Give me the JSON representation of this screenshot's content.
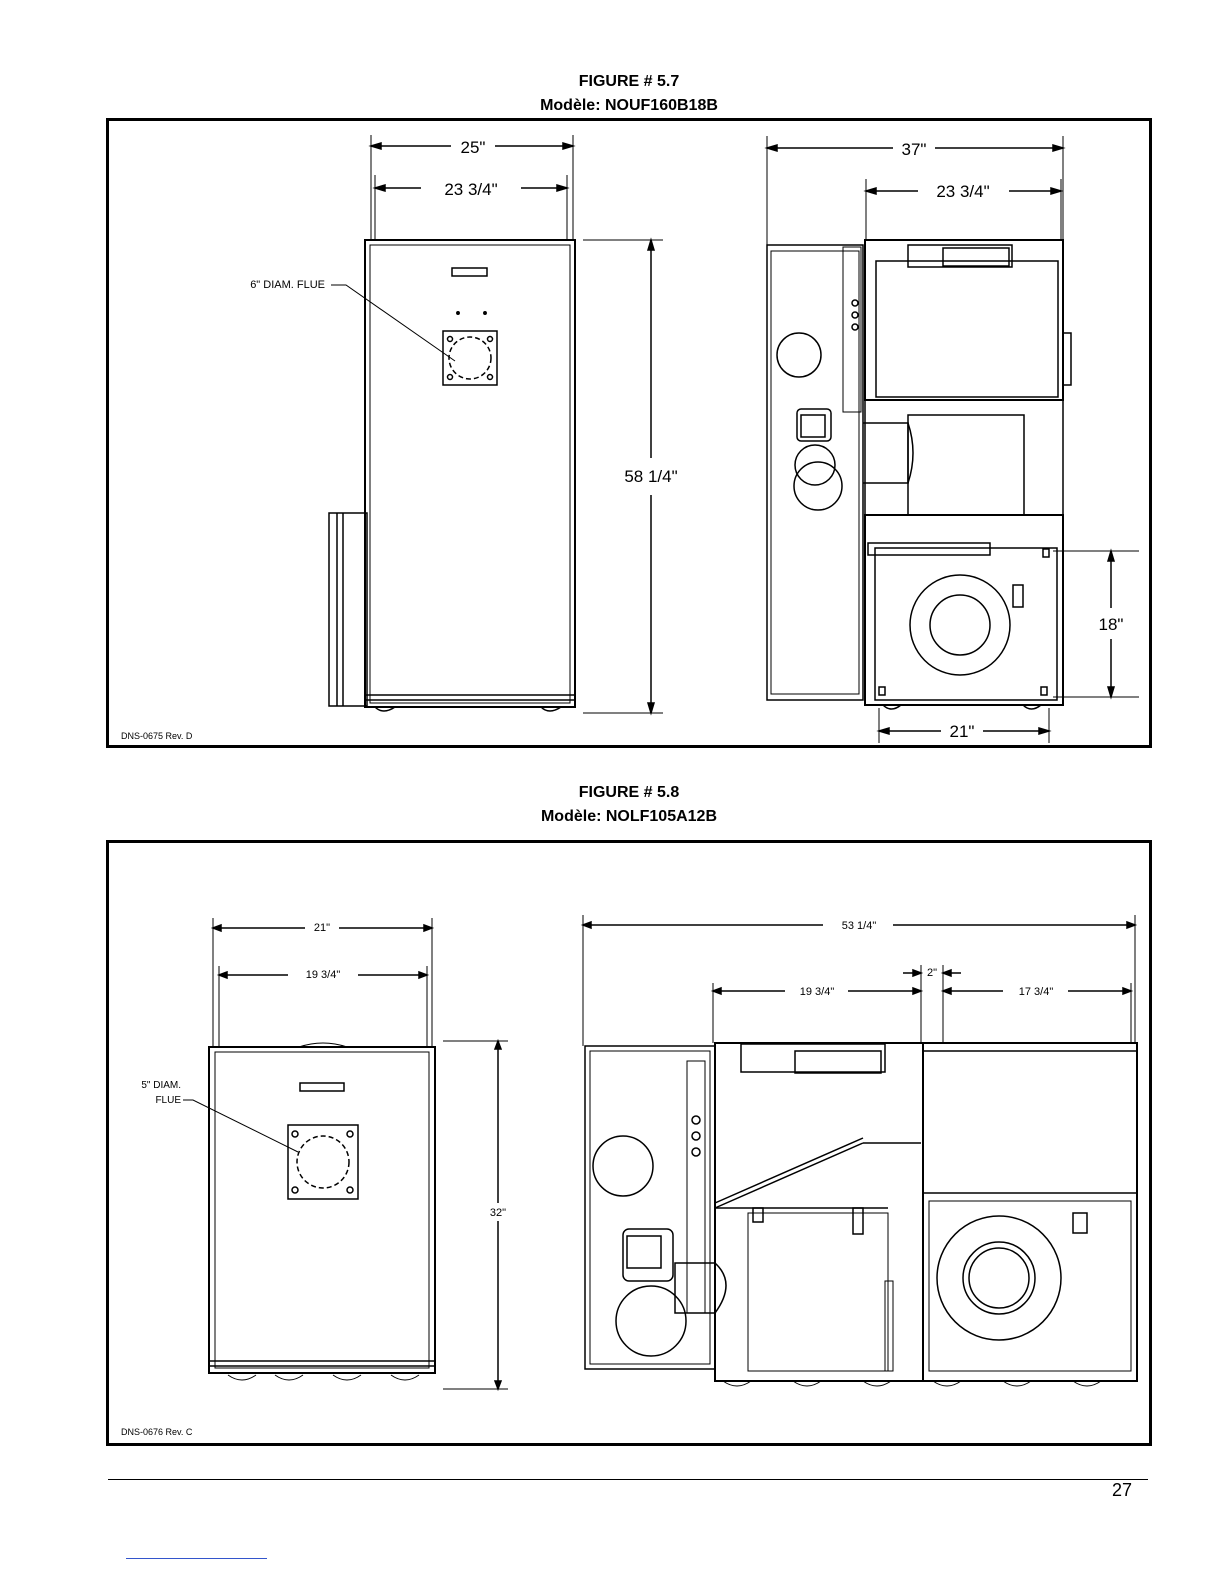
{
  "figures": [
    {
      "title": "FIGURE # 5.7",
      "model": "Modèle: NOUF160B18B",
      "reference": "DNS-0675 Rev. D",
      "front": {
        "width": "25\"",
        "inner_width": "23 3/4\"",
        "height": "58 1/4\"",
        "flue": "6\" DIAM. FLUE"
      },
      "side": {
        "depth": "37\"",
        "inner_depth": "23 3/4\"",
        "blower_height": "18\"",
        "blower_width": "21\""
      }
    },
    {
      "title": "FIGURE # 5.8",
      "model": "Modèle: NOLF105A12B",
      "reference": "DNS-0676 Rev. C",
      "front": {
        "width": "21\"",
        "inner_width": "19 3/4\"",
        "height": "32\"",
        "flue_line1": "5\" DIAM.",
        "flue_line2": "FLUE"
      },
      "side": {
        "length": "53 1/4\"",
        "section_left": "19 3/4\"",
        "gap": "2\"",
        "section_right": "17 3/4\""
      }
    }
  ],
  "page_number": "27"
}
